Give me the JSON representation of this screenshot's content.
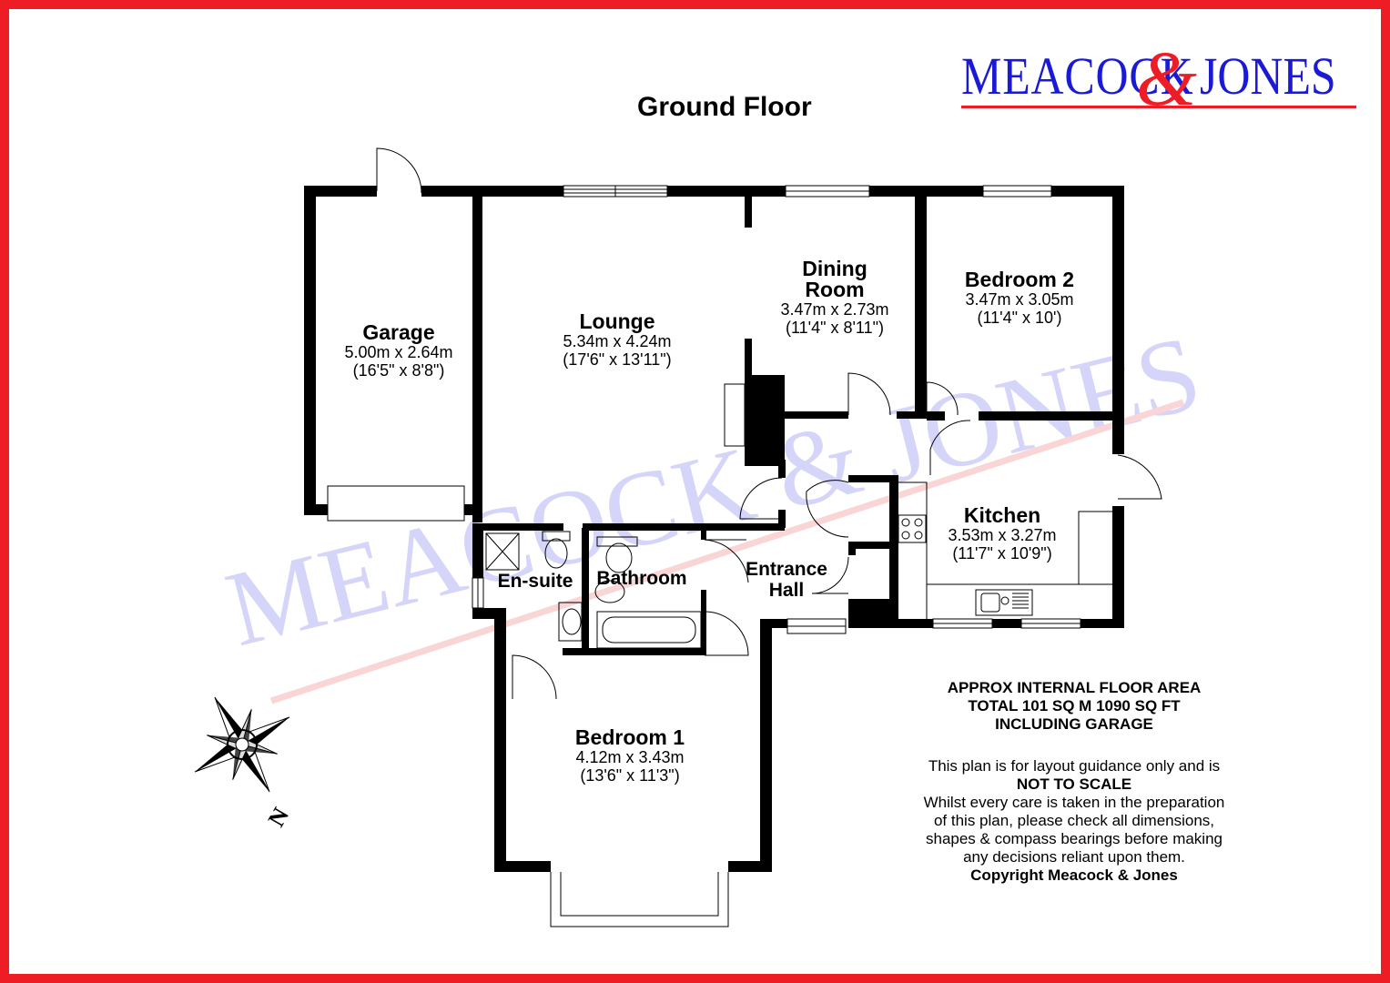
{
  "brand": {
    "word1": "MEACOCK",
    "amp": "&",
    "word2": "JONES",
    "watermark": "MEACOCK & JONES"
  },
  "title": "Ground Floor",
  "rooms": {
    "garage": {
      "name": "Garage",
      "size_m": "5.00m x 2.64m",
      "size_ft": "(16'5\" x 8'8\")"
    },
    "lounge": {
      "name": "Lounge",
      "size_m": "5.34m x 4.24m",
      "size_ft": "(17'6\" x 13'11\")"
    },
    "dining": {
      "name1": "Dining",
      "name2": "Room",
      "size_m": "3.47m x 2.73m",
      "size_ft": "(11'4\" x 8'11\")"
    },
    "bedroom2": {
      "name": "Bedroom 2",
      "size_m": "3.47m x 3.05m",
      "size_ft": "(11'4\" x 10')"
    },
    "kitchen": {
      "name": "Kitchen",
      "size_m": "3.53m x 3.27m",
      "size_ft": "(11'7\" x 10'9\")"
    },
    "ensuite": {
      "name": "En-suite"
    },
    "bathroom": {
      "name": "Bathroom"
    },
    "hall": {
      "name1": "Entrance",
      "name2": "Hall"
    },
    "bedroom1": {
      "name": "Bedroom 1",
      "size_m": "4.12m x 3.43m",
      "size_ft": "(13'6\" x 11'3\")"
    }
  },
  "area": {
    "line1": "APPROX INTERNAL FLOOR AREA",
    "line2": "TOTAL 101 SQ M 1090 SQ FT",
    "line3": "INCLUDING GARAGE"
  },
  "disclaimer": {
    "line1": "This plan is for layout guidance only and is",
    "line2": "NOT TO SCALE",
    "line3": "Whilst every care is taken in the preparation",
    "line4": "of this plan, please check all dimensions,",
    "line5": "shapes & compass bearings before making",
    "line6": "any decisions reliant upon them.",
    "line7": "Copyright Meacock & Jones"
  },
  "compass": {
    "label": "N"
  },
  "colors": {
    "brand_blue": "#1a1ad4",
    "brand_red": "#ee1c24",
    "wall": "#000000"
  }
}
